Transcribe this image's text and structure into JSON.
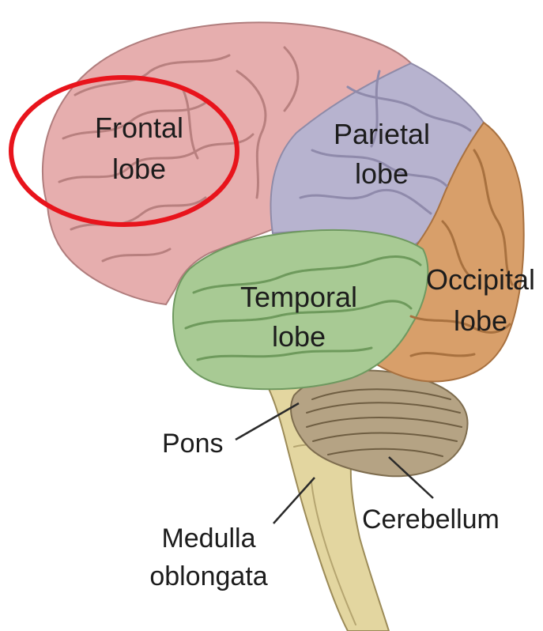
{
  "diagram": {
    "labels": {
      "frontal": [
        "Frontal",
        "lobe"
      ],
      "parietal": [
        "Parietal",
        "lobe"
      ],
      "temporal": [
        "Temporal",
        "lobe"
      ],
      "occipital": [
        "Occipital",
        "lobe"
      ],
      "pons": "Pons",
      "cerebellum": "Cerebellum",
      "medulla": [
        "Medulla",
        "oblongata"
      ]
    },
    "highlight": {
      "target": "frontal",
      "shape": "ellipse-outline",
      "color": "#e8141c"
    },
    "colors": {
      "frontal": "#e6aeae",
      "parietal": "#b7b3cf",
      "temporal": "#a8ca94",
      "occipital": "#d89f6a",
      "cerebellum": "#b5a384",
      "brainstem": "#e3d6a0"
    }
  }
}
